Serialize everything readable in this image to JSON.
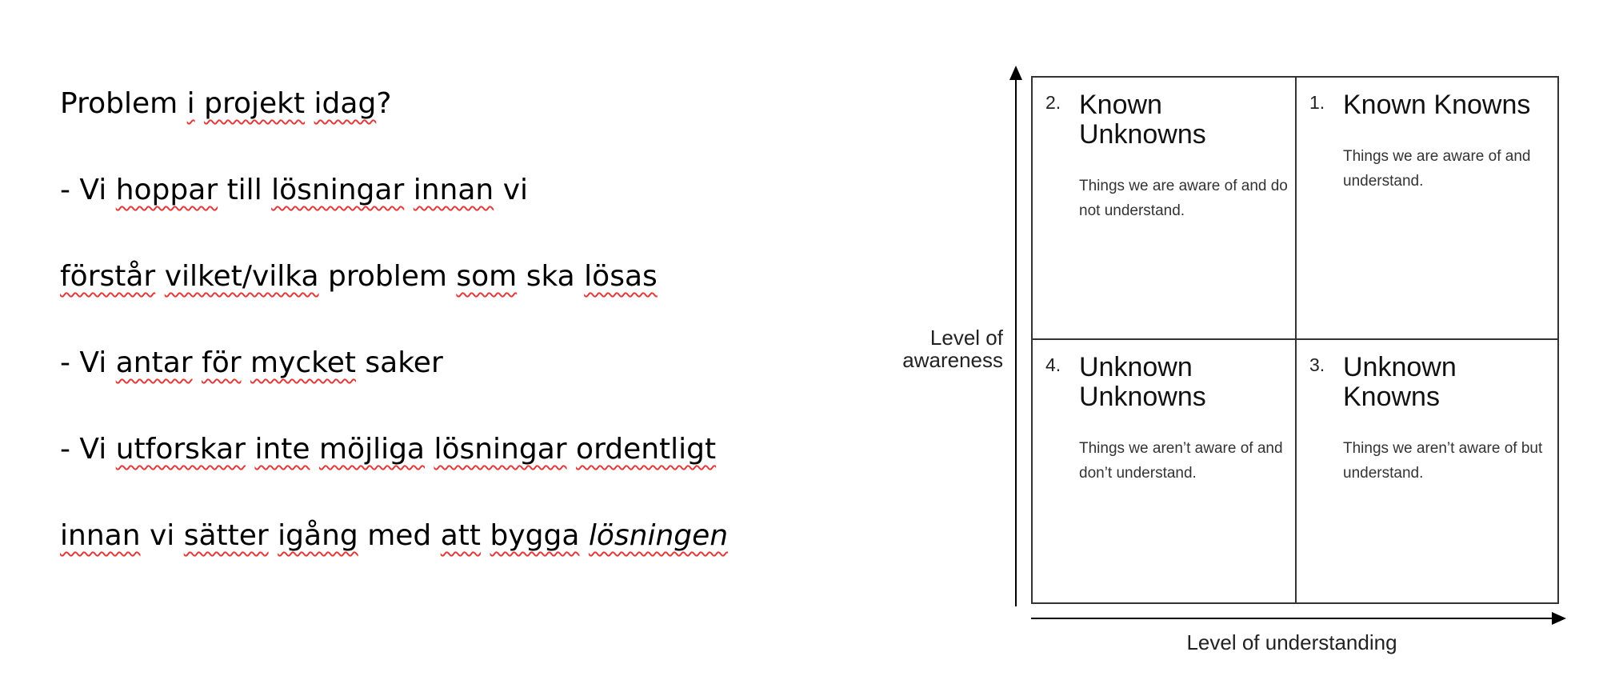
{
  "text_lines": [
    [
      {
        "t": "Problem "
      },
      {
        "t": "i",
        "s": 1
      },
      {
        "t": " "
      },
      {
        "t": "projekt",
        "s": 1
      },
      {
        "t": " "
      },
      {
        "t": "idag",
        "s": 1
      },
      {
        "t": "?"
      }
    ],
    [
      {
        "t": "- Vi "
      },
      {
        "t": "hoppar",
        "s": 1
      },
      {
        "t": " till "
      },
      {
        "t": "lösningar",
        "s": 1
      },
      {
        "t": " "
      },
      {
        "t": "innan",
        "s": 1
      },
      {
        "t": " vi"
      }
    ],
    [
      {
        "t": "förstår",
        "s": 1
      },
      {
        "t": " "
      },
      {
        "t": "vilket/vilka",
        "s": 1
      },
      {
        "t": " problem "
      },
      {
        "t": "som",
        "s": 1
      },
      {
        "t": " ska "
      },
      {
        "t": "lösas",
        "s": 1
      }
    ],
    [
      {
        "t": "- Vi "
      },
      {
        "t": "antar",
        "s": 1
      },
      {
        "t": " "
      },
      {
        "t": "för",
        "s": 1
      },
      {
        "t": " "
      },
      {
        "t": "mycket",
        "s": 1
      },
      {
        "t": " saker"
      }
    ],
    [
      {
        "t": "- Vi "
      },
      {
        "t": "utforskar",
        "s": 1
      },
      {
        "t": " "
      },
      {
        "t": "inte",
        "s": 1
      },
      {
        "t": " "
      },
      {
        "t": "möjliga",
        "s": 1
      },
      {
        "t": " "
      },
      {
        "t": "lösningar",
        "s": 1
      },
      {
        "t": " "
      },
      {
        "t": "ordentligt",
        "s": 1
      }
    ],
    [
      {
        "t": "innan",
        "s": 1
      },
      {
        "t": " vi "
      },
      {
        "t": "sätter",
        "s": 1
      },
      {
        "t": " "
      },
      {
        "t": "igång",
        "s": 1
      },
      {
        "t": " med "
      },
      {
        "t": "att",
        "s": 1
      },
      {
        "t": " "
      },
      {
        "t": "bygga",
        "s": 1
      },
      {
        "t": " "
      },
      {
        "t": "lösningen",
        "s": 1,
        "i": 1
      }
    ]
  ],
  "spellcheck_color": "#e23b3b",
  "diagram": {
    "y_axis_label": "Level of awareness",
    "x_axis_label": "Level of understanding",
    "quadrants": {
      "top_left": {
        "number": "2.",
        "title": "Known Unknowns",
        "description": "Things we are aware of and do not understand."
      },
      "top_right": {
        "number": "1.",
        "title": "Known Knowns",
        "description": "Things we are aware of and understand."
      },
      "bottom_left": {
        "number": "4.",
        "title": "Unknown Unknowns",
        "description": "Things we aren’t aware of and don’t understand."
      },
      "bottom_right": {
        "number": "3.",
        "title": "Unknown Knowns",
        "description": "Things we aren’t aware of but understand."
      }
    }
  }
}
